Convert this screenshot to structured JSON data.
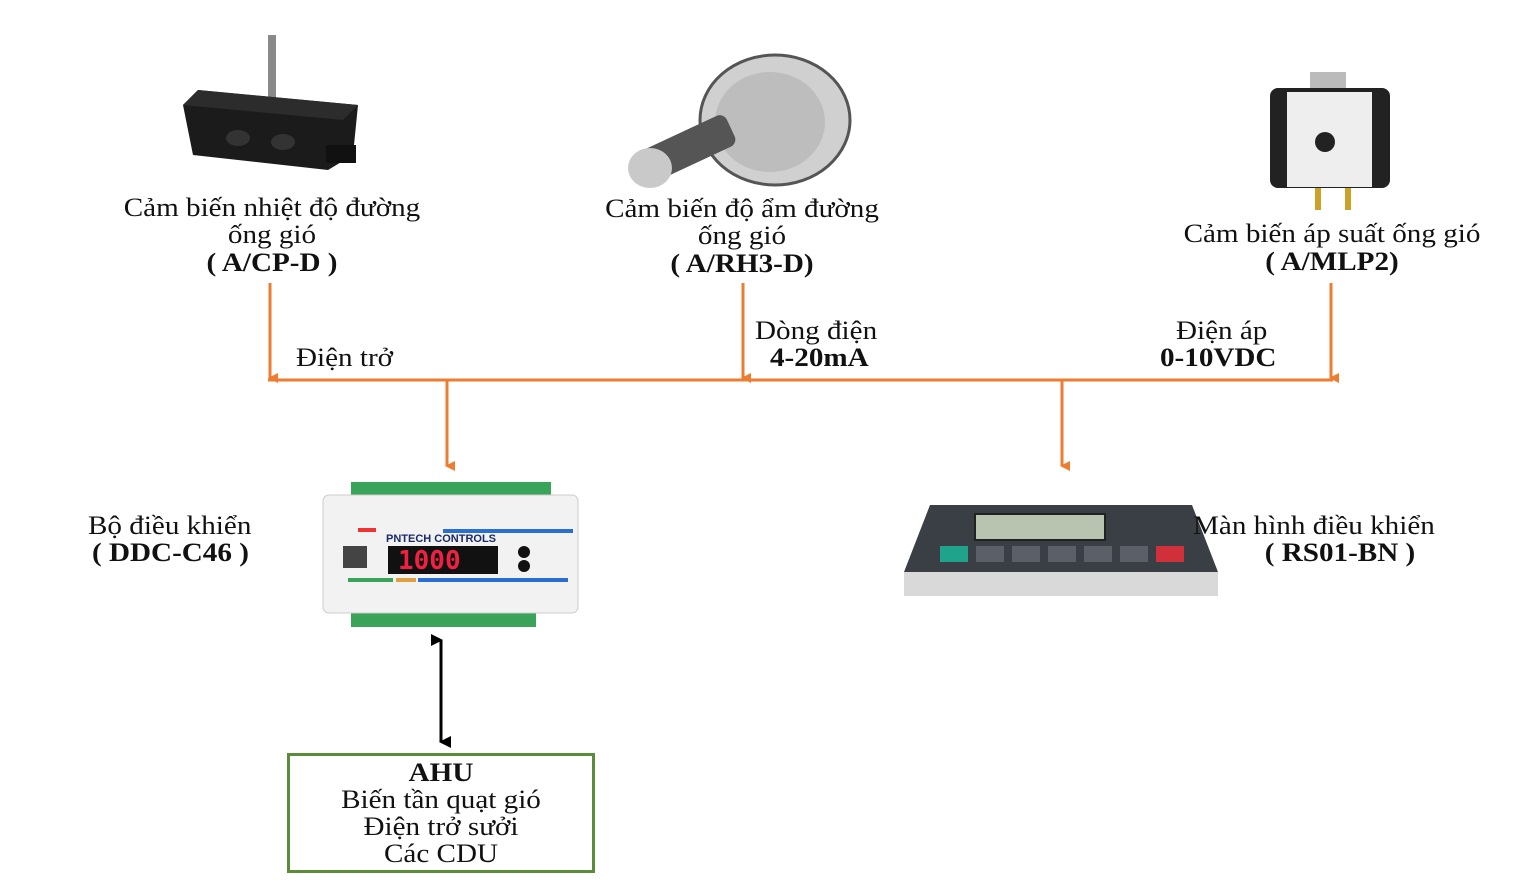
{
  "sensors": [
    {
      "name_line1": "Cảm biến nhiệt độ đường",
      "name_line2": "ống gió",
      "model": "( A/CP-D )",
      "signal": "Điện trở",
      "signal_value": ""
    },
    {
      "name_line1": "Cảm biến độ ẩm đường",
      "name_line2": "ống gió",
      "model": "( A/RH3-D)",
      "signal": "Dòng điện",
      "signal_value": "4-20mA"
    },
    {
      "name_line1": "Cảm biến áp suất ống gió",
      "name_line2": "",
      "model": "( A/MLP2)",
      "signal": "Điện áp",
      "signal_value": "0-10VDC"
    }
  ],
  "controller": {
    "label": "Bộ điều khiển",
    "model": "( DDC-C46 )",
    "brand": "PNTECH CONTROLS",
    "display": "1000"
  },
  "hmi": {
    "label": "Màn hình điều khiển",
    "model": "( RS01-BN )"
  },
  "ahu": {
    "title": "AHU",
    "items": [
      "Biến tần quạt gió",
      "Điện trở sưởi",
      "Các CDU"
    ]
  },
  "colors": {
    "signal_wire": "#ED7D31",
    "ahu_border": "#5B8C3A",
    "link": "#000000"
  }
}
